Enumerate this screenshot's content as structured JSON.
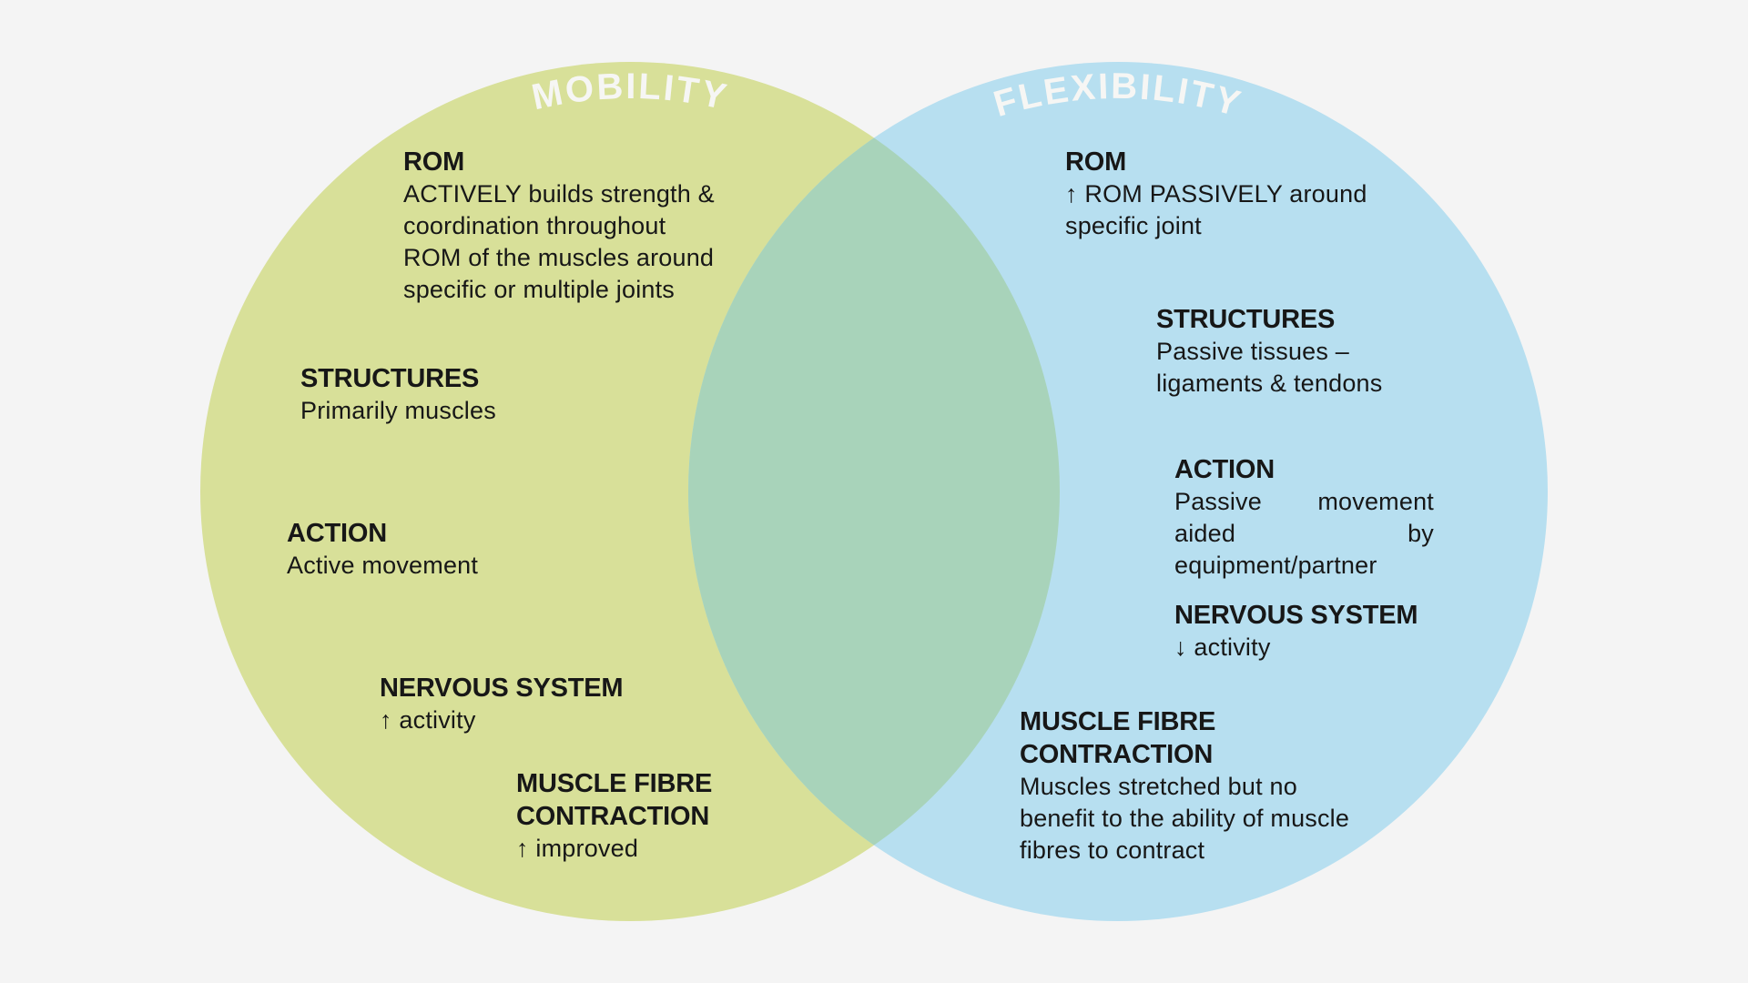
{
  "colors": {
    "background": "#f4f4f4",
    "mobility_circle": "#d8e099",
    "flexibility_circle": "#b7dff0",
    "overlap": "#a8d3ba",
    "circle_title_text": "#f6f6f4",
    "body_text": "#171717"
  },
  "diagram": {
    "mobility": {
      "title": "MOBILITY",
      "sections": [
        {
          "heading": "ROM",
          "body": "ACTIVELY builds strength &\ncoordination throughout\nROM of the muscles around\nspecific or multiple joints"
        },
        {
          "heading": "STRUCTURES",
          "body": "Primarily muscles"
        },
        {
          "heading": "ACTION",
          "body": "Active movement"
        },
        {
          "heading": "NERVOUS SYSTEM",
          "body": "↑ activity"
        },
        {
          "heading": "MUSCLE FIBRE\nCONTRACTION",
          "body": "↑ improved"
        }
      ]
    },
    "flexibility": {
      "title": "FLEXIBILITY",
      "sections": [
        {
          "heading": "ROM",
          "body": "↑ ROM PASSIVELY around\nspecific joint"
        },
        {
          "heading": "STRUCTURES",
          "body": "Passive tissues –\nligaments & tendons"
        },
        {
          "heading": "ACTION",
          "body": "Passive movement aided by equipment/partner"
        },
        {
          "heading": "NERVOUS SYSTEM",
          "body": "↓ activity"
        },
        {
          "heading": "MUSCLE FIBRE\nCONTRACTION",
          "body": "Muscles stretched but no\nbenefit to the ability of muscle\nfibres to contract"
        }
      ]
    }
  }
}
